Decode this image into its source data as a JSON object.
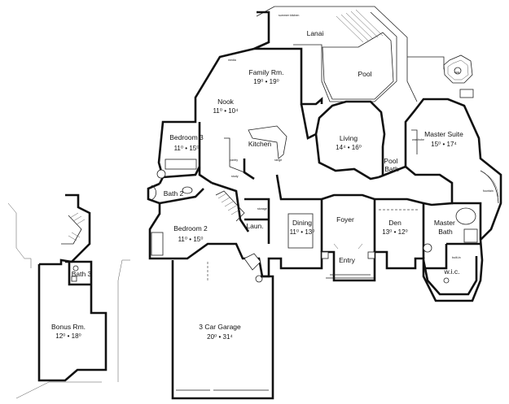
{
  "rooms": {
    "lanai": {
      "name": "Lanai",
      "dim": ""
    },
    "pool": {
      "name": "Pool",
      "dim": ""
    },
    "family": {
      "name": "Family Rm.",
      "dim": "19⁰ • 19⁰"
    },
    "nook": {
      "name": "Nook",
      "dim": "11⁰ • 10⁴"
    },
    "bedroom3": {
      "name": "Bedroom 3",
      "dim": "11⁰ • 15⁰"
    },
    "kitchen": {
      "name": "Kitchen",
      "dim": ""
    },
    "living": {
      "name": "Living",
      "dim": "14⁴ • 16⁰"
    },
    "poolbath": {
      "name": "Pool\nBath",
      "dim": ""
    },
    "mastersuite": {
      "name": "Master Suite",
      "dim": "15⁰ • 17⁴"
    },
    "bath2": {
      "name": "Bath 2",
      "dim": ""
    },
    "bedroom2": {
      "name": "Bedroom 2",
      "dim": "11⁰ • 15⁰"
    },
    "laun": {
      "name": "Laun.",
      "dim": ""
    },
    "dining": {
      "name": "Dining",
      "dim": "11⁰ • 13⁰"
    },
    "foyer": {
      "name": "Foyer",
      "dim": ""
    },
    "den": {
      "name": "Den",
      "dim": "13⁰ • 12⁰"
    },
    "masterbath": {
      "name": "Master\nBath",
      "dim": ""
    },
    "entry": {
      "name": "Entry",
      "dim": ""
    },
    "wic": {
      "name": "w.i.c.",
      "dim": ""
    },
    "garage": {
      "name": "3 Car Garage",
      "dim": "20⁰ • 31⁴"
    },
    "bonus": {
      "name": "Bonus Rm.",
      "dim": "12⁰ • 18⁰"
    },
    "bath3": {
      "name": "Bath 3",
      "dim": ""
    }
  },
  "small_labels": {
    "summer_kitchen": "summer kitchen",
    "media": "media",
    "pantry": "pantry",
    "range": "range",
    "study": "study",
    "storage": "storage",
    "spa": "spa",
    "fountain": "fountain",
    "built_in": "built-in",
    "wardrobe": "wardrobe"
  }
}
